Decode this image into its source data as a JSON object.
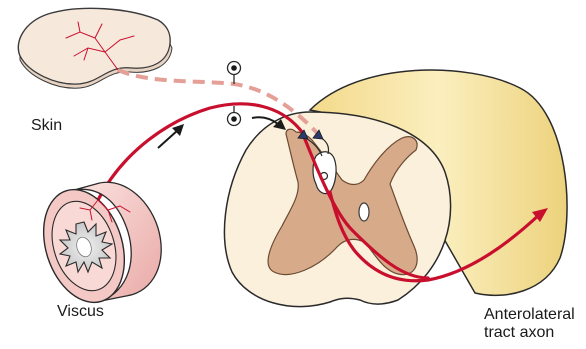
{
  "labels": {
    "skin": "Skin",
    "viscus": "Viscus",
    "tract_line1": "Anterolateral",
    "tract_line2": "tract axon"
  },
  "colors": {
    "visceral_afferent": "#c8102e",
    "skin_afferent": "#e4a096",
    "skin_fill": "#f7e8dc",
    "white_matter": "#fbf0dc",
    "gray_matter": "#d7ab8a",
    "cord_side": "#f6e39c",
    "viscus_fill": "#f4c9c5",
    "synapse": "#2b3a6b"
  }
}
